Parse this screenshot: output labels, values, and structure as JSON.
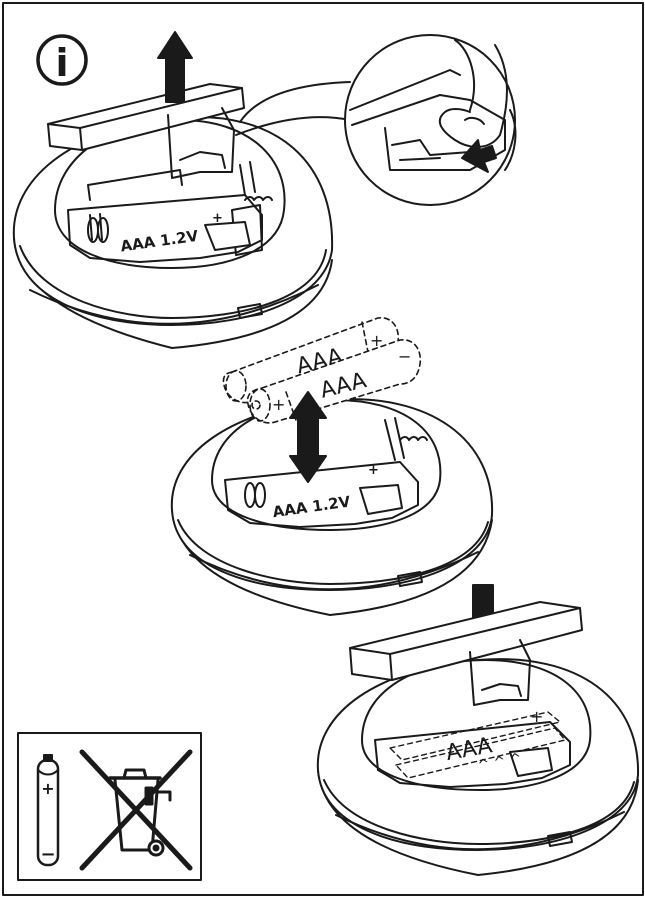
{
  "info_symbol": "i",
  "step1": {
    "compartment_label": "AAA 1.2V",
    "plus_mark": "+"
  },
  "step2": {
    "battery_back_label": "AAA",
    "battery_front_label": "AAA",
    "back_plus": "+",
    "front_plus": "+",
    "front_minus": "−",
    "compartment_label": "AAA 1.2V",
    "plus_mark": "+"
  },
  "step3": {
    "battery_label": "AAA",
    "plus_mark": "+",
    "carets": "^ ^ ^"
  },
  "disposal": {
    "plus_mark": "+",
    "minus_mark": "−"
  },
  "colors": {
    "line": "#1a1a1a",
    "fill": "#ffffff"
  }
}
